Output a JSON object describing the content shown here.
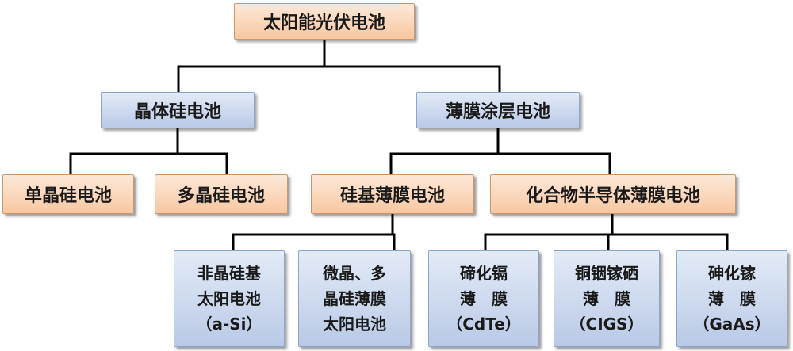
{
  "colors": {
    "level_1_fill": "#f8c7a1",
    "level_2_fill": "#b9c9e6",
    "level_3_fill": "#f8c7a1",
    "level_4_fill": "#b9c9e6",
    "connector": "#000000"
  },
  "tree": {
    "root": "太阳能光伏电池",
    "crystalline": "晶体硅电池",
    "thin_film": "薄膜涂层电池",
    "mono": "单晶硅电池",
    "poly": "多晶硅电池",
    "si_based": "硅基薄膜电池",
    "compound": "化合物半导体薄膜电池",
    "leaves": {
      "asi": [
        "非晶硅基",
        "太阳电池",
        "（a-Si）"
      ],
      "micro": [
        "微晶、多",
        "晶硅薄膜",
        "太阳电池"
      ],
      "cdte": [
        "碲化镉",
        "薄膜",
        "（CdTe）"
      ],
      "cigs": [
        "铜铟镓硒",
        "薄膜",
        "（CIGS）"
      ],
      "gaas": [
        "砷化镓",
        "薄膜",
        "（GaAs）"
      ]
    }
  }
}
